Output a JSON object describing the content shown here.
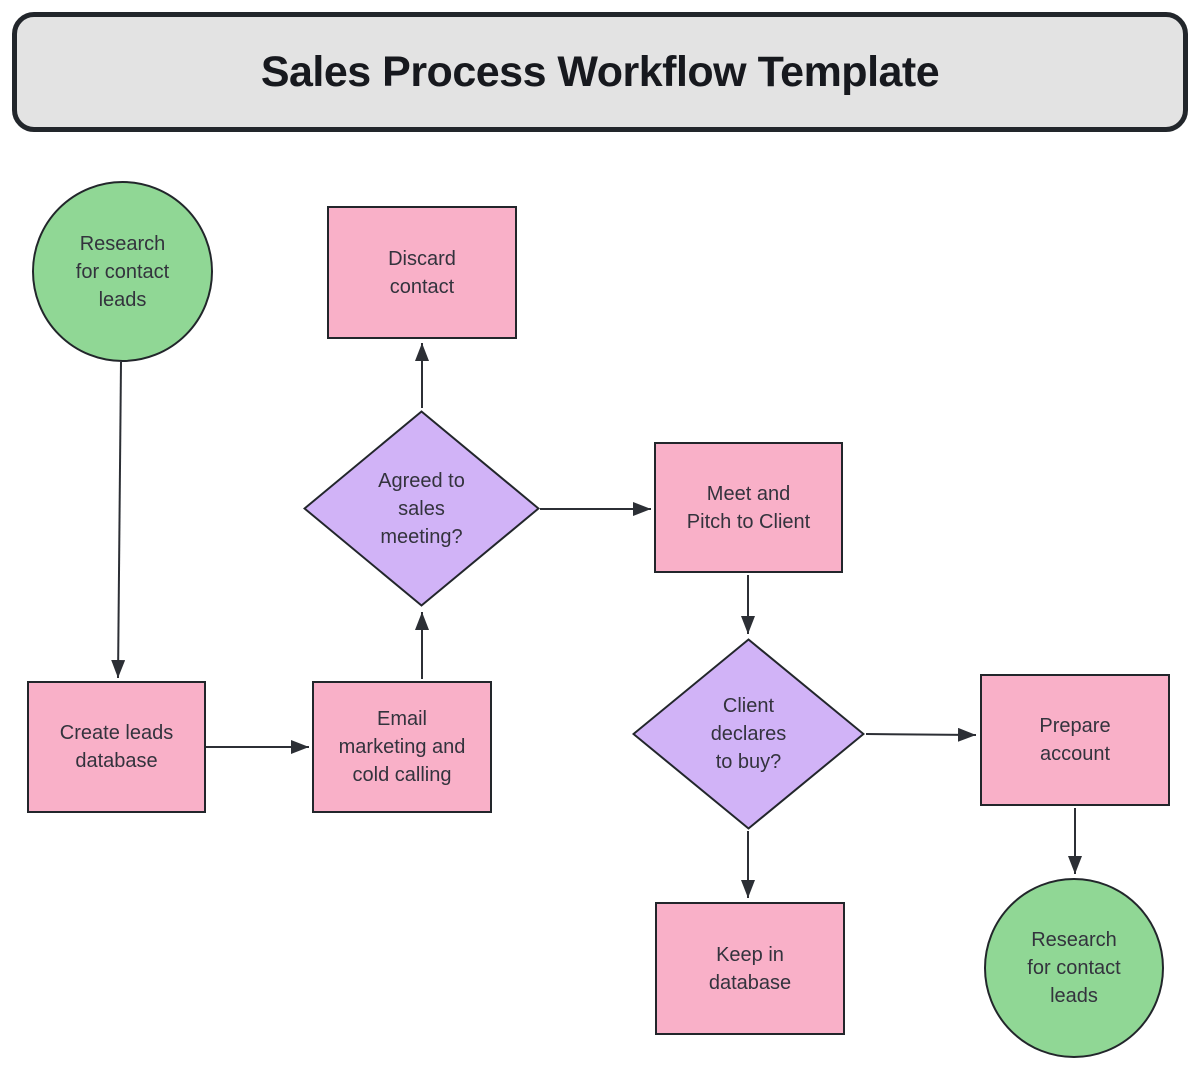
{
  "title": {
    "label": "Sales Process Workflow Template"
  },
  "colors": {
    "canvas_bg": "#ffffff",
    "title_bg": "#e3e3e3",
    "process_fill": "#f9b0c8",
    "decision_fill": "#d1b3f7",
    "terminal_fill": "#90d795",
    "border": "#22262b",
    "connector": "#2c2f35",
    "text": "#33333d",
    "title_text": "#17191e"
  },
  "nodes": {
    "start_circle": {
      "type": "terminal",
      "label": "Research\nfor contact\nleads"
    },
    "discard_contact": {
      "type": "process",
      "label": "Discard\ncontact"
    },
    "agreed_to_meeting": {
      "type": "decision",
      "label": "Agreed to\nsales\nmeeting?"
    },
    "meet_and_pitch": {
      "type": "process",
      "label": "Meet and\nPitch to Client"
    },
    "create_leads_db": {
      "type": "process",
      "label": "Create leads\ndatabase"
    },
    "email_marketing": {
      "type": "process",
      "label": "Email\nmarketing and\ncold calling"
    },
    "client_declares_buy": {
      "type": "decision",
      "label": "Client\ndeclares\nto buy?"
    },
    "prepare_account": {
      "type": "process",
      "label": "Prepare\naccount"
    },
    "keep_in_database": {
      "type": "process",
      "label": "Keep in\ndatabase"
    },
    "end_circle": {
      "type": "terminal",
      "label": "Research\nfor contact\nleads"
    }
  },
  "edges": [
    {
      "from": "start_circle",
      "to": "create_leads_db"
    },
    {
      "from": "create_leads_db",
      "to": "email_marketing"
    },
    {
      "from": "email_marketing",
      "to": "agreed_to_meeting"
    },
    {
      "from": "agreed_to_meeting",
      "to": "discard_contact"
    },
    {
      "from": "agreed_to_meeting",
      "to": "meet_and_pitch"
    },
    {
      "from": "meet_and_pitch",
      "to": "client_declares_buy"
    },
    {
      "from": "client_declares_buy",
      "to": "keep_in_database"
    },
    {
      "from": "client_declares_buy",
      "to": "prepare_account"
    },
    {
      "from": "prepare_account",
      "to": "end_circle"
    }
  ]
}
